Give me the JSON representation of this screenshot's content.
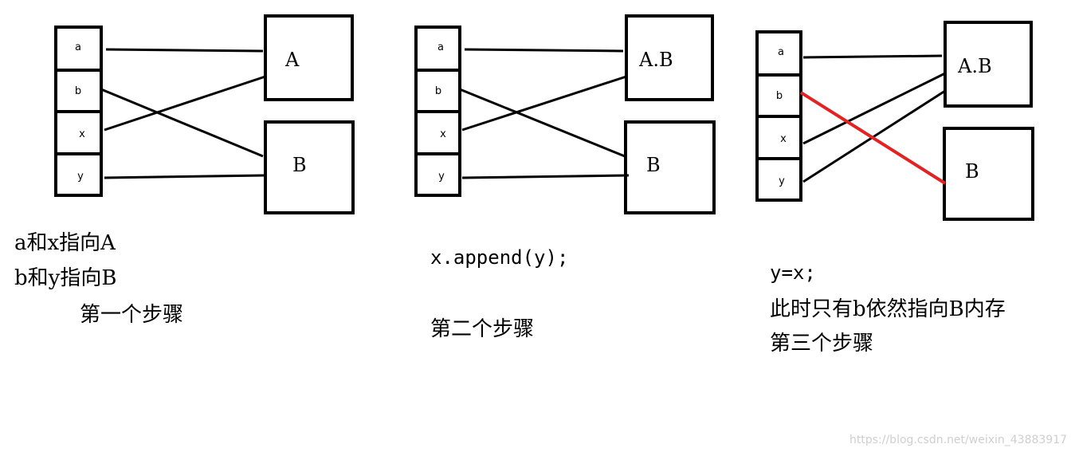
{
  "panels": [
    {
      "vars": [
        "a",
        "b",
        "x",
        "y"
      ],
      "objects": [
        "A",
        "B"
      ],
      "lines": [
        "a和x指向A",
        "b和y指向B"
      ],
      "step": "第一个步骤"
    },
    {
      "vars": [
        "a",
        "b",
        "x",
        "y"
      ],
      "objects": [
        "A.B",
        "B"
      ],
      "code": "x.append(y);",
      "step": "第二个步骤"
    },
    {
      "vars": [
        "a",
        "b",
        "x",
        "y"
      ],
      "objects": [
        "A.B",
        "B"
      ],
      "code": "y=x;",
      "note": "此时只有b依然指向B内存",
      "step": "第三个步骤"
    }
  ],
  "colors": {
    "ink": "#000000",
    "highlight": "#e02424",
    "watermark": "#cfcfcf"
  },
  "watermark": "https://blog.csdn.net/weixin_43883917"
}
